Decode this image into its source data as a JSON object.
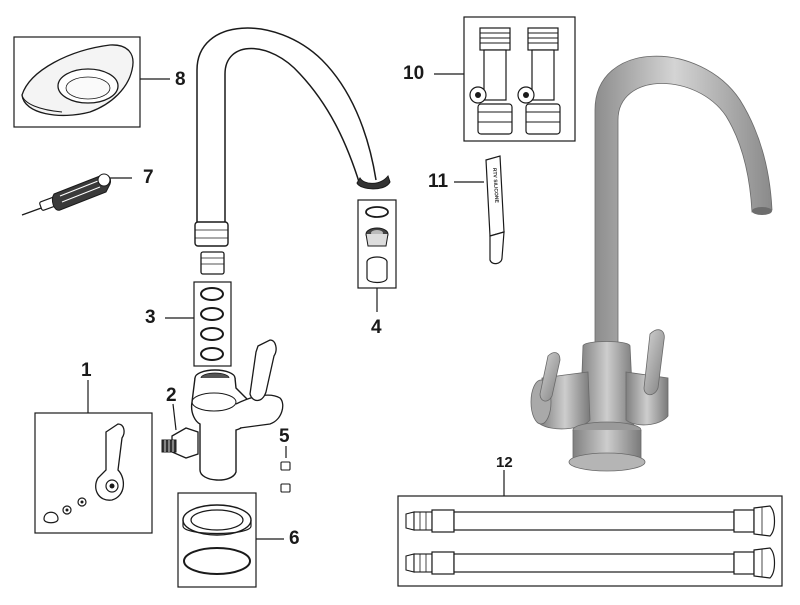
{
  "callouts": [
    {
      "id": "1",
      "label": "1"
    },
    {
      "id": "2",
      "label": "2"
    },
    {
      "id": "3",
      "label": "3"
    },
    {
      "id": "4",
      "label": "4"
    },
    {
      "id": "5",
      "label": "5"
    },
    {
      "id": "6",
      "label": "6"
    },
    {
      "id": "7",
      "label": "7"
    },
    {
      "id": "8",
      "label": "8"
    },
    {
      "id": "10",
      "label": "10"
    },
    {
      "id": "11",
      "label": "11"
    },
    {
      "id": "12",
      "label": "12"
    }
  ],
  "tube_label": "RTV SILICONE",
  "colors": {
    "line": "#1a1a1a",
    "tap_dark": "#7c7c7c",
    "tap_mid": "#a8a8a8",
    "tap_light": "#cfcfcf"
  }
}
